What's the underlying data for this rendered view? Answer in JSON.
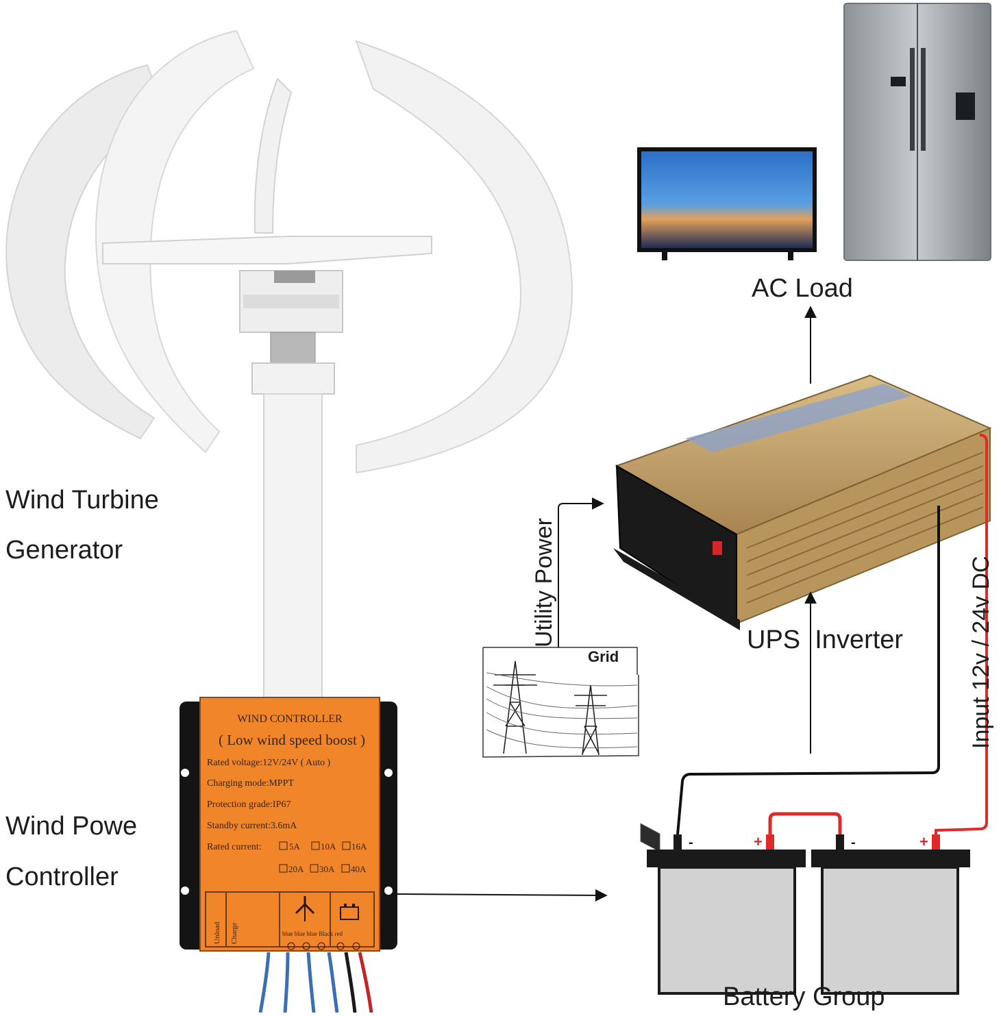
{
  "labels": {
    "turbine_line1": "Wind Turbine",
    "turbine_line2": "Generator",
    "controller_line1": "Wind Powe",
    "controller_line2": "Controller",
    "ac_load": "AC Load",
    "ups_inverter": "UPS  Inverter",
    "utility_power": "Utility Power",
    "grid": "Grid",
    "input_dc": "Input 12v / 24v DC",
    "battery_group": "Battery Group"
  },
  "controller_panel": {
    "title": "WIND CONTROLLER",
    "subtitle": "( Low wind speed boost )",
    "rated_voltage": "Rated voltage:12V/24V ( Auto )",
    "charging_mode": "Charging mode:MPPT",
    "protection": "Protection grade:IP67",
    "standby": "Standby current:3.6mA",
    "rated_current": "Rated current:",
    "currents_row1": [
      "5A",
      "10A",
      "16A"
    ],
    "currents_row2": [
      "20A",
      "30A",
      "40A"
    ],
    "side_unload": "Unload",
    "side_charge": "Charge",
    "terminal_labels": "blue blue blue  Black  red"
  },
  "battery_marks": [
    "-",
    "+",
    "-",
    "+"
  ],
  "colors": {
    "controller_orange": "#f0852a",
    "controller_housing": "#141414",
    "wire_red": "#e02a2a",
    "wire_black": "#111111",
    "inverter_gold": "#c9a86a",
    "battery_body": "#d2d2d2"
  },
  "icons": [
    "wind-turbine-icon",
    "battery-icon",
    "tv-icon",
    "refrigerator-icon",
    "power-tower-icon"
  ]
}
